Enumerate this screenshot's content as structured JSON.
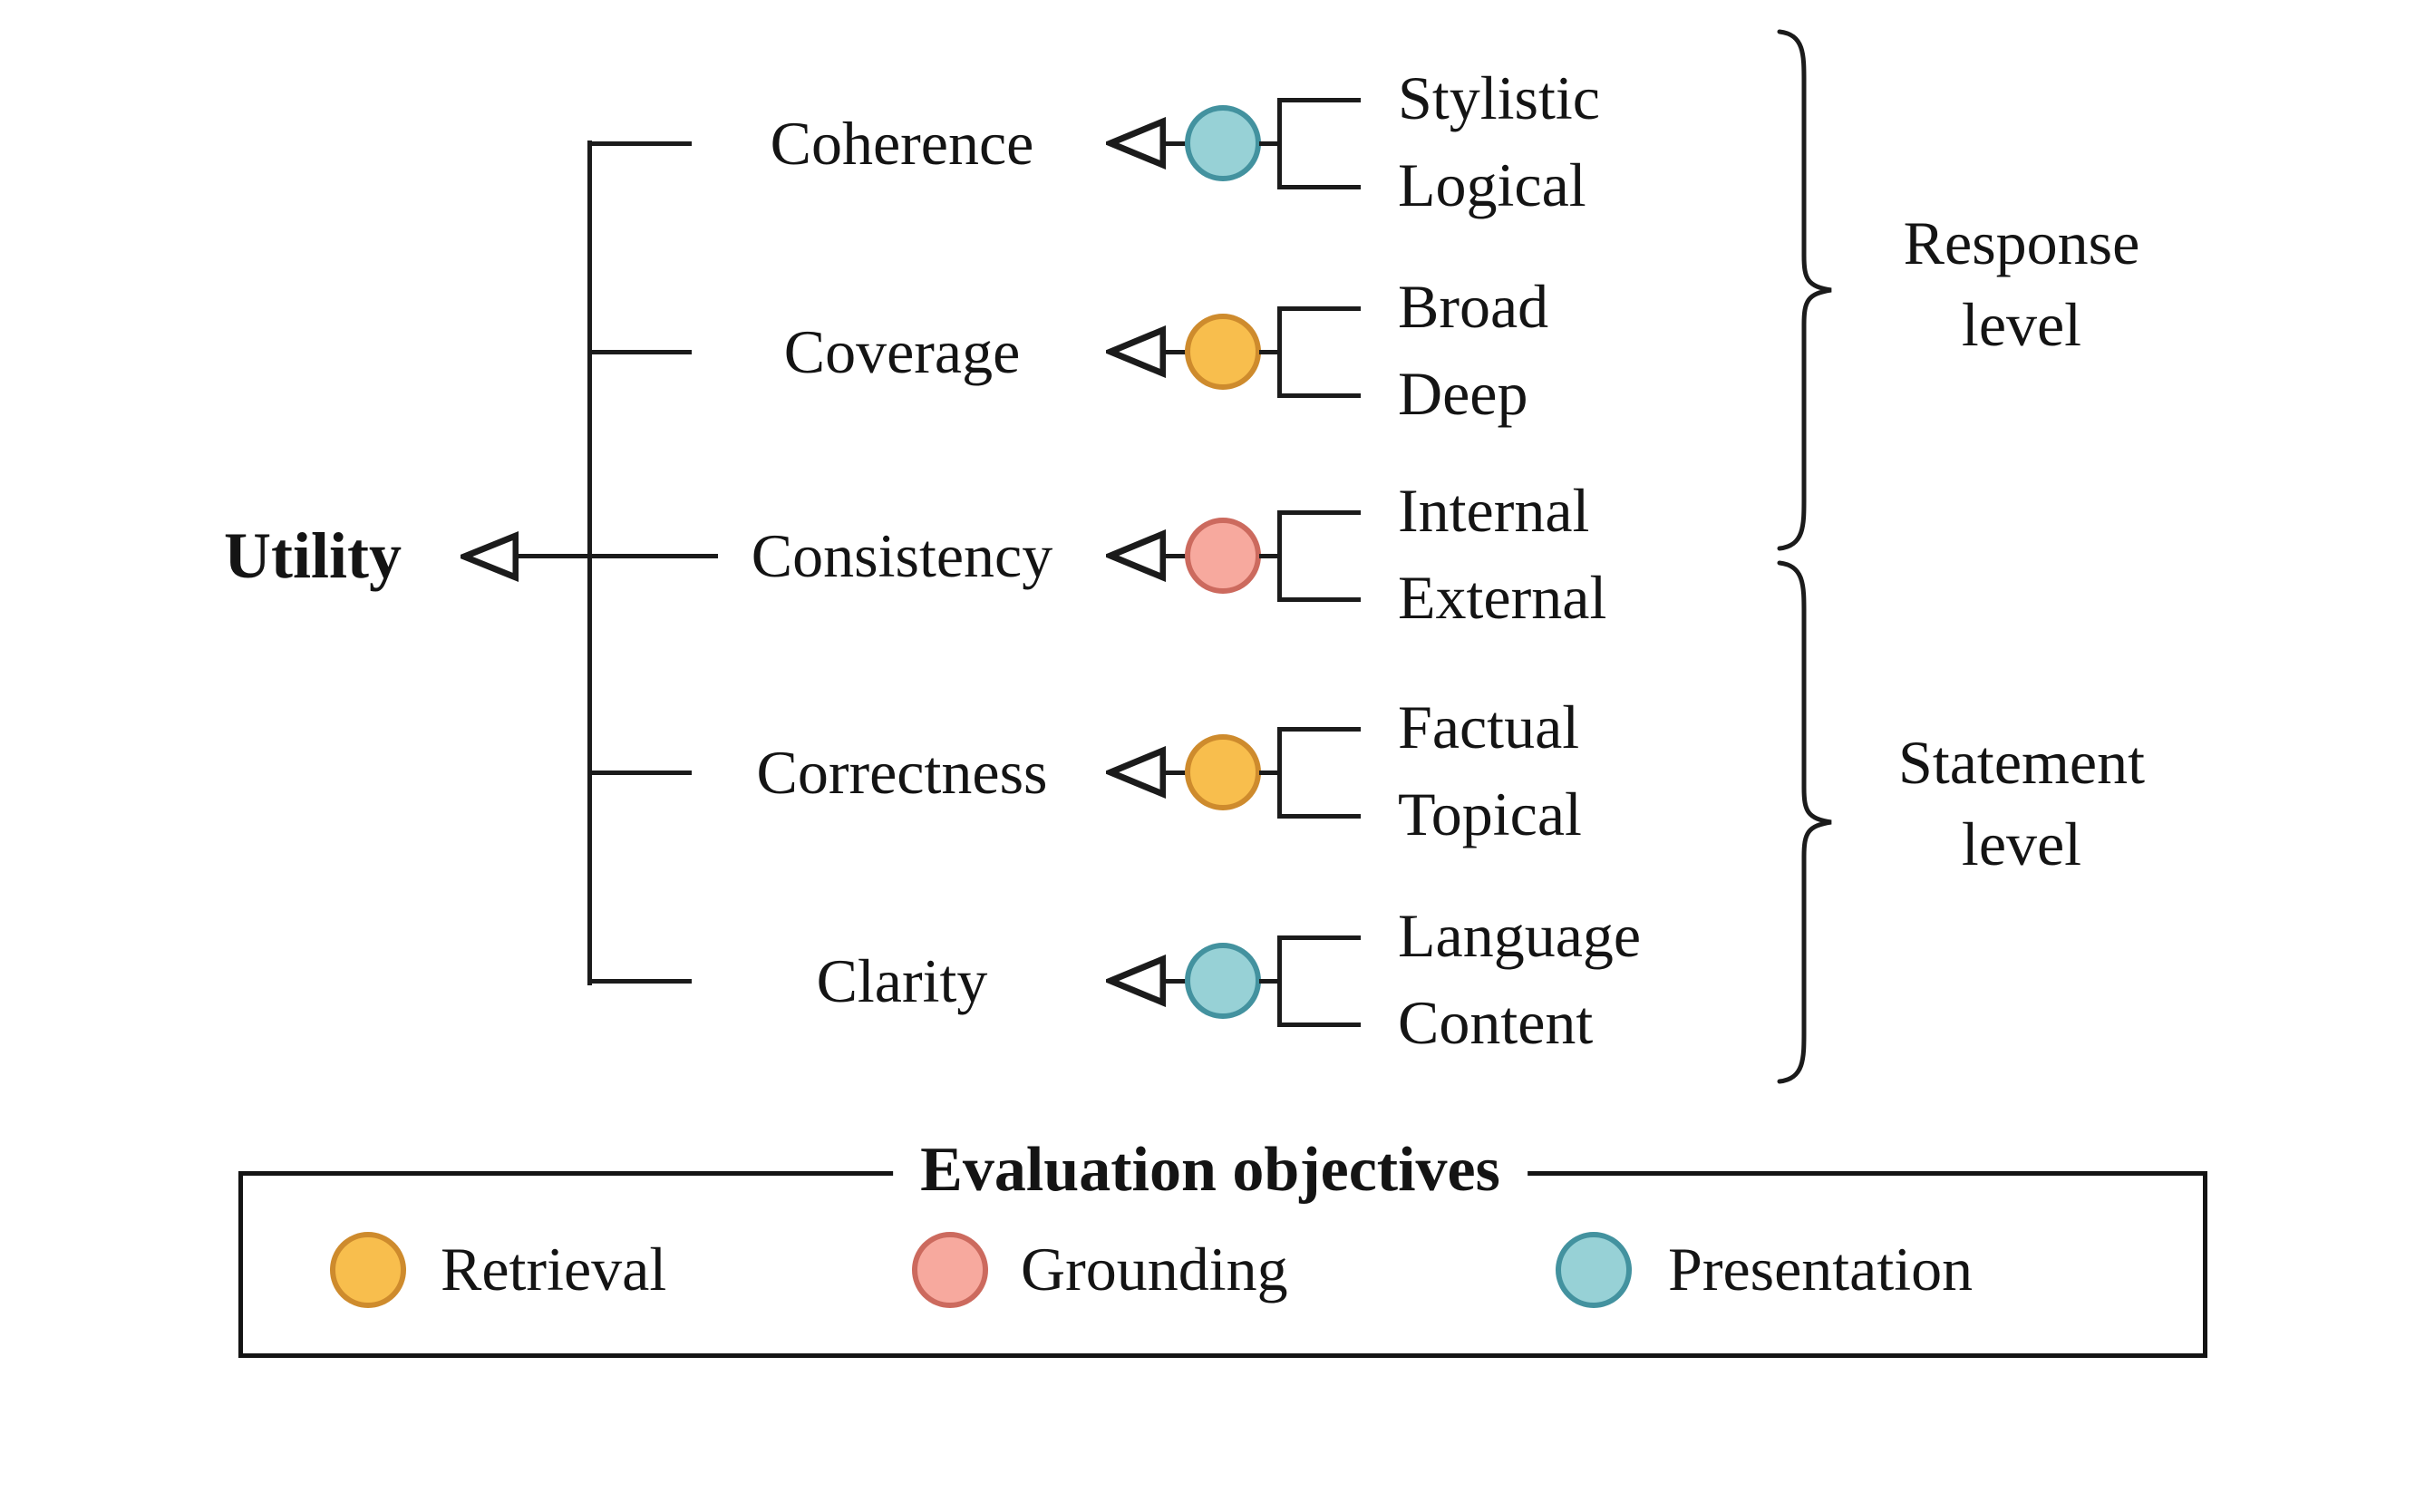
{
  "root": {
    "label": "Utility"
  },
  "rows": [
    {
      "label": "Coherence",
      "objective": "presentation",
      "subs": [
        "Stylistic",
        "Logical"
      ]
    },
    {
      "label": "Coverage",
      "objective": "retrieval",
      "subs": [
        "Broad",
        "Deep"
      ]
    },
    {
      "label": "Consistency",
      "objective": "grounding",
      "subs": [
        "Internal",
        "External"
      ]
    },
    {
      "label": "Correctness",
      "objective": "retrieval",
      "subs": [
        "Factual",
        "Topical"
      ]
    },
    {
      "label": "Clarity",
      "objective": "presentation",
      "subs": [
        "Language",
        "Content"
      ]
    }
  ],
  "groups": {
    "response": {
      "lines": [
        "Response",
        "level"
      ]
    },
    "statement": {
      "lines": [
        "Statement",
        "level"
      ]
    }
  },
  "legend": {
    "title": "Evaluation objectives"
  },
  "objectives": [
    {
      "id": "retrieval",
      "label": "Retrieval",
      "fill": "#F8BE4D",
      "ring": "#CE8B2D"
    },
    {
      "id": "grounding",
      "label": "Grounding",
      "fill": "#F7A99E",
      "ring": "#CC6A5E"
    },
    {
      "id": "presentation",
      "label": "Presentation",
      "fill": "#97D1D6",
      "ring": "#43929F"
    }
  ],
  "colors": {
    "line": "#1b1b1b",
    "text": "#141414",
    "background": "#ffffff"
  }
}
